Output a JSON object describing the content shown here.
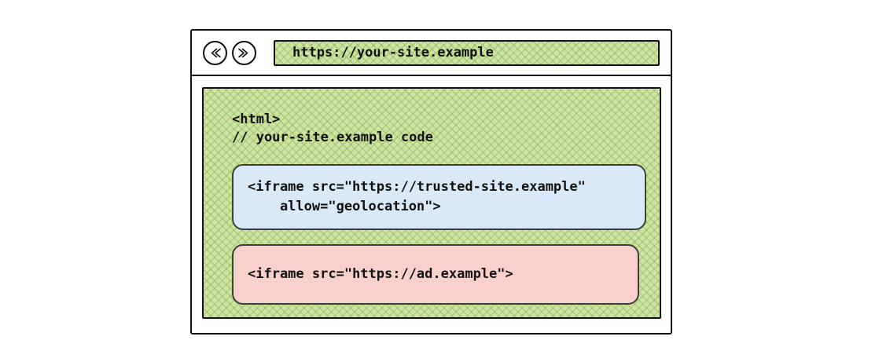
{
  "window": {
    "toolbar": {
      "back_icon": "double-chevron-left",
      "forward_icon": "double-chevron-right",
      "address_url": "https://your-site.example"
    },
    "page": {
      "background_color": "#cde4a2",
      "code_lines": [
        "<html>",
        "// your-site.example code"
      ],
      "trusted_iframe_box": {
        "fill_color": "#d9e9f8",
        "lines": [
          "<iframe src=\"https://trusted-site.example\"",
          "    allow=\"geolocation\">"
        ]
      },
      "ad_iframe_box": {
        "fill_color": "#f8d0cc",
        "lines": [
          "<iframe src=\"https://ad.example\">"
        ]
      }
    }
  }
}
